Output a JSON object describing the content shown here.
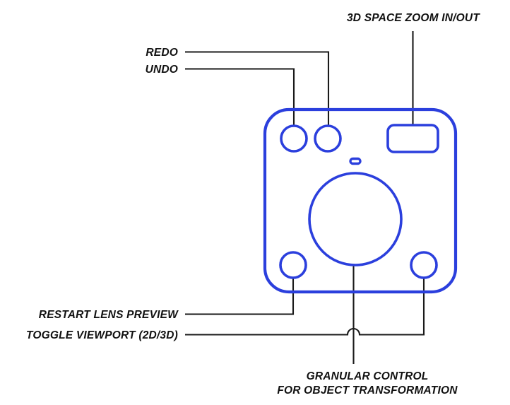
{
  "diagram": {
    "title": "Camera device control layout diagram",
    "accent_color": "#2B3FDD",
    "line_color": "#1A1A1A",
    "background_color": "#FFFFFF"
  },
  "callouts": [
    {
      "id": "zoom",
      "label": "3D SPACE ZOOM IN/OUT",
      "target": "zoom-rect-button",
      "position": "top-right"
    },
    {
      "id": "redo",
      "label": "REDO",
      "target": "redo-button",
      "position": "top-left"
    },
    {
      "id": "undo",
      "label": "UNDO",
      "target": "undo-button",
      "position": "top-left"
    },
    {
      "id": "restart",
      "label": "RESTART LENS PREVIEW",
      "target": "restart-lens-preview-button",
      "position": "bottom-left"
    },
    {
      "id": "toggle",
      "label": "TOGGLE VIEWPORT (2D/3D)",
      "target": "toggle-viewport-button",
      "position": "bottom-left"
    },
    {
      "id": "granular",
      "label_line_1": "GRANULAR CONTROL",
      "label_line_2": "FOR OBJECT TRANSFORMATION",
      "target": "granular-control-dial",
      "position": "bottom-center"
    }
  ],
  "device": {
    "name": "device-body",
    "controls": [
      {
        "id": "undo-button",
        "shape": "circle",
        "name": "undo-button"
      },
      {
        "id": "redo-button",
        "shape": "circle",
        "name": "redo-button"
      },
      {
        "id": "zoom-rect-button",
        "shape": "rounded-rect",
        "name": "zoom-in-out-button"
      },
      {
        "id": "indicator-pill",
        "shape": "pill",
        "name": "status-indicator-pill"
      },
      {
        "id": "granular-control-dial",
        "shape": "circle",
        "name": "granular-control-dial"
      },
      {
        "id": "restart-lens-preview-button",
        "shape": "circle",
        "name": "restart-lens-preview-button"
      },
      {
        "id": "toggle-viewport-button",
        "shape": "circle",
        "name": "toggle-viewport-button"
      }
    ]
  }
}
